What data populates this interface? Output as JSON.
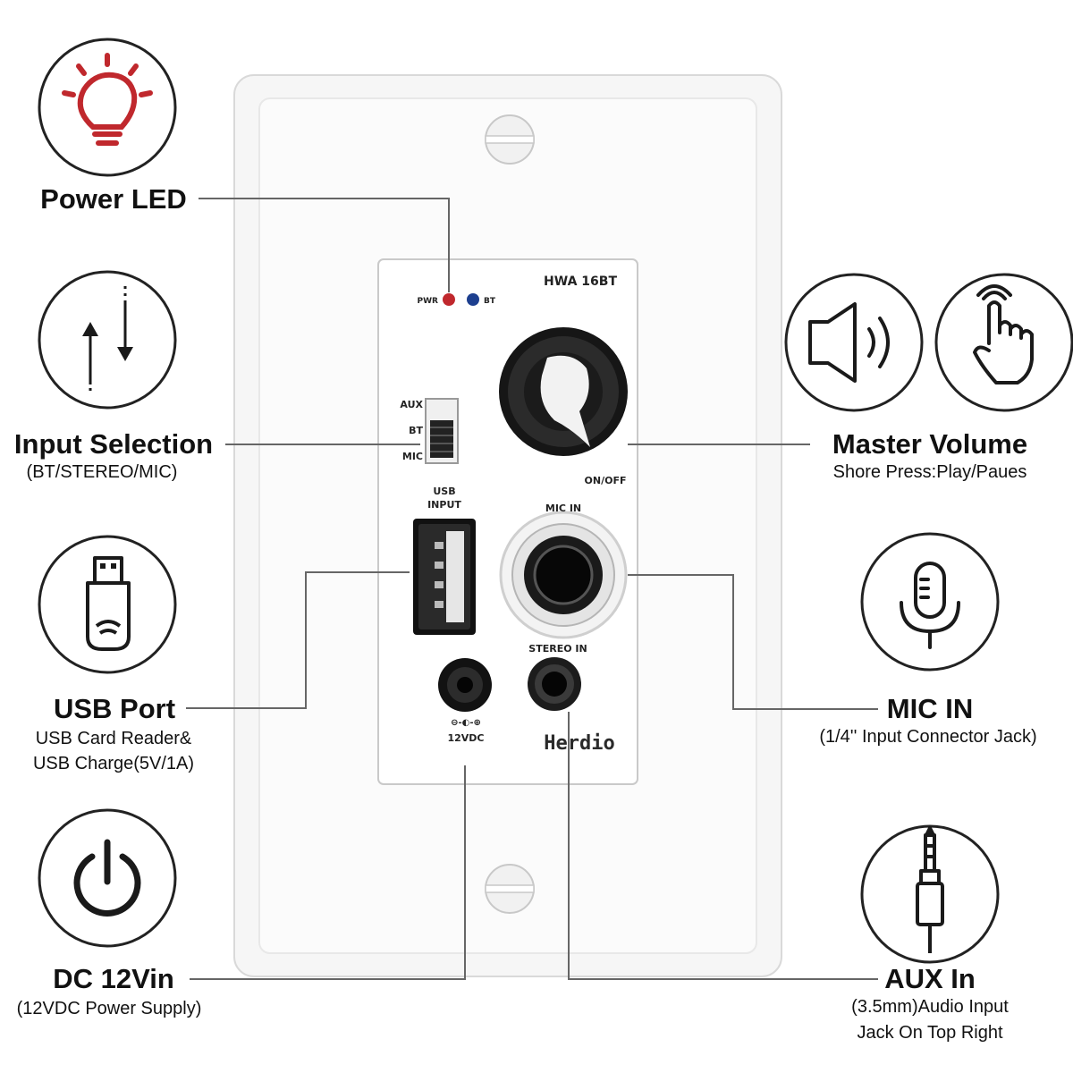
{
  "plate": {
    "model": "HWA 16BT",
    "brand": "Herdio",
    "led_pwr": "PWR",
    "led_bt": "BT",
    "switch_aux": "AUX",
    "switch_bt": "BT",
    "switch_mic": "MIC",
    "knob_label": "ON/OFF",
    "usb_label_1": "USB",
    "usb_label_2": "INPUT",
    "mic_in_label": "MIC IN",
    "stereo_in_label": "STEREO IN",
    "dc_label": "12VDC",
    "dc_symbol": "⊖-◐-⊕"
  },
  "callouts": {
    "power_led": {
      "title": "Power LED"
    },
    "input_selection": {
      "title": "Input Selection",
      "sub": "(BT/STEREO/MIC)"
    },
    "usb_port": {
      "title": "USB Port",
      "sub_1": "USB Card Reader&",
      "sub_2": "USB Charge(5V/1A)"
    },
    "dc_12vin": {
      "title": "DC 12Vin",
      "sub": "(12VDC Power Supply)"
    },
    "master_volume": {
      "title": "Master Volume",
      "sub": "Shore Press:Play/Paues"
    },
    "mic_in": {
      "title": "MIC IN",
      "sub": "(1/4'' Input Connector Jack)"
    },
    "aux_in": {
      "title": "AUX In",
      "sub_1": "(3.5mm)Audio Input",
      "sub_2": "Jack On Top Right"
    }
  },
  "colors": {
    "led_red": "#c0282d",
    "led_blue": "#1d3f8f",
    "icon_red": "#c0282d",
    "icon_dark": "#1a1a1a"
  }
}
